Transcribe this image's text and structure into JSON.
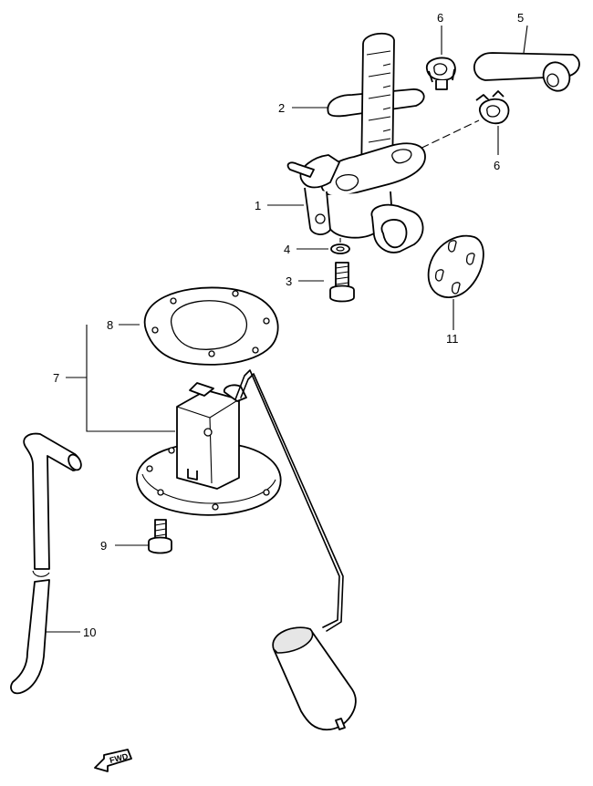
{
  "callouts": {
    "c1": "1",
    "c2": "2",
    "c3": "3",
    "c4": "4",
    "c5": "5",
    "c6a": "6",
    "c6b": "6",
    "c7": "7",
    "c8": "8",
    "c9": "9",
    "c10": "10",
    "c11": "11"
  },
  "fwd_marker": {
    "label": "FWD",
    "icon": "forward-arrow-icon"
  }
}
